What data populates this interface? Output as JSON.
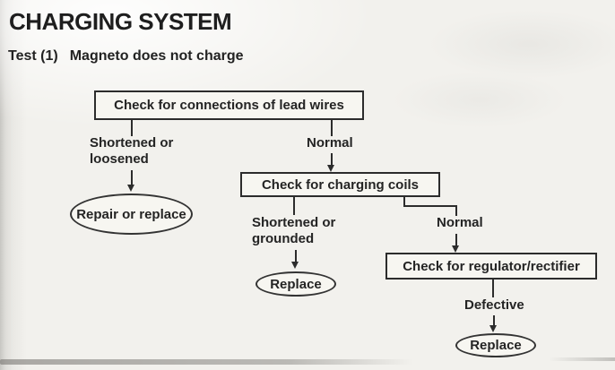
{
  "page": {
    "title": "CHARGING SYSTEM",
    "test_label": "Test (1)",
    "test_name": "Magneto does not charge"
  },
  "colors": {
    "ink": "#2c2c2c",
    "paper": "#f2f1ed",
    "box_fill": "#f7f6f1"
  },
  "flowchart": {
    "boxes": {
      "lead_wires": "Check for connections of lead wires",
      "charging_coils": "Check for charging coils",
      "regulator_rectifier": "Check for regulator/rectifier"
    },
    "terminals": {
      "lead_wires_fail": "Repair or replace",
      "coils_fail": "Replace",
      "regulator_fail": "Replace"
    },
    "branch_labels": {
      "lead_wires_fail": "Shortened or\nloosened",
      "lead_wires_ok": "Normal",
      "coils_fail": "Shortened or\ngrounded",
      "coils_ok": "Normal",
      "regulator_fail": "Defective"
    }
  }
}
